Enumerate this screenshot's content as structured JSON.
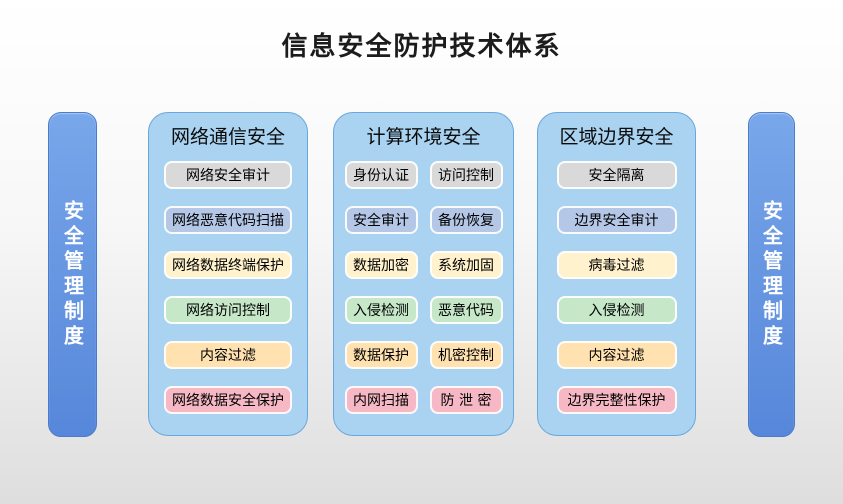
{
  "title": "信息安全防护技术体系",
  "side_pills": {
    "left": "安全管理制度",
    "right": "安全管理制度"
  },
  "palette": {
    "page_bg_top": "#ffffff",
    "page_bg_bottom": "#dedede",
    "column_bg": "#a9d3f1",
    "column_border": "#6aa7db",
    "pill_bg": "#6c9be4",
    "pill_border": "#4a7ccb",
    "row_tones": {
      "gray": "#d9d9d9",
      "periwinkle": "#b4c7e7",
      "cream": "#fff2cc",
      "green": "#c6e8c9",
      "apricot": "#ffe2b0",
      "pink": "#f6b8c4"
    }
  },
  "columns": [
    {
      "header": "网络通信安全",
      "layout": "single",
      "items": [
        {
          "label": "网络安全审计",
          "color": "#d9d9d9"
        },
        {
          "label": "网络恶意代码扫描",
          "color": "#b4c7e7"
        },
        {
          "label": "网络数据终端保护",
          "color": "#fff2cc"
        },
        {
          "label": "网络访问控制",
          "color": "#c6e8c9"
        },
        {
          "label": "内容过滤",
          "color": "#ffe2b0"
        },
        {
          "label": "网络数据安全保护",
          "color": "#f6b8c4"
        }
      ]
    },
    {
      "header": "计算环境安全",
      "layout": "double",
      "rows": [
        [
          {
            "label": "身份认证",
            "color": "#d9d9d9"
          },
          {
            "label": "访问控制",
            "color": "#d9d9d9"
          }
        ],
        [
          {
            "label": "安全审计",
            "color": "#b4c7e7"
          },
          {
            "label": "备份恢复",
            "color": "#b4c7e7"
          }
        ],
        [
          {
            "label": "数据加密",
            "color": "#fff2cc"
          },
          {
            "label": "系统加固",
            "color": "#fff2cc"
          }
        ],
        [
          {
            "label": "入侵检测",
            "color": "#c6e8c9"
          },
          {
            "label": "恶意代码",
            "color": "#c6e8c9"
          }
        ],
        [
          {
            "label": "数据保护",
            "color": "#ffe2b0"
          },
          {
            "label": "机密控制",
            "color": "#ffe2b0"
          }
        ],
        [
          {
            "label": "内网扫描",
            "color": "#f6b8c4"
          },
          {
            "label": "防 泄 密",
            "color": "#f6b8c4"
          }
        ]
      ]
    },
    {
      "header": "区域边界安全",
      "layout": "single",
      "items": [
        {
          "label": "安全隔离",
          "color": "#d9d9d9"
        },
        {
          "label": "边界安全审计",
          "color": "#b4c7e7"
        },
        {
          "label": "病毒过滤",
          "color": "#fff2cc"
        },
        {
          "label": "入侵检测",
          "color": "#c6e8c9"
        },
        {
          "label": "内容过滤",
          "color": "#ffe2b0"
        },
        {
          "label": "边界完整性保护",
          "color": "#f6b8c4"
        }
      ]
    }
  ]
}
